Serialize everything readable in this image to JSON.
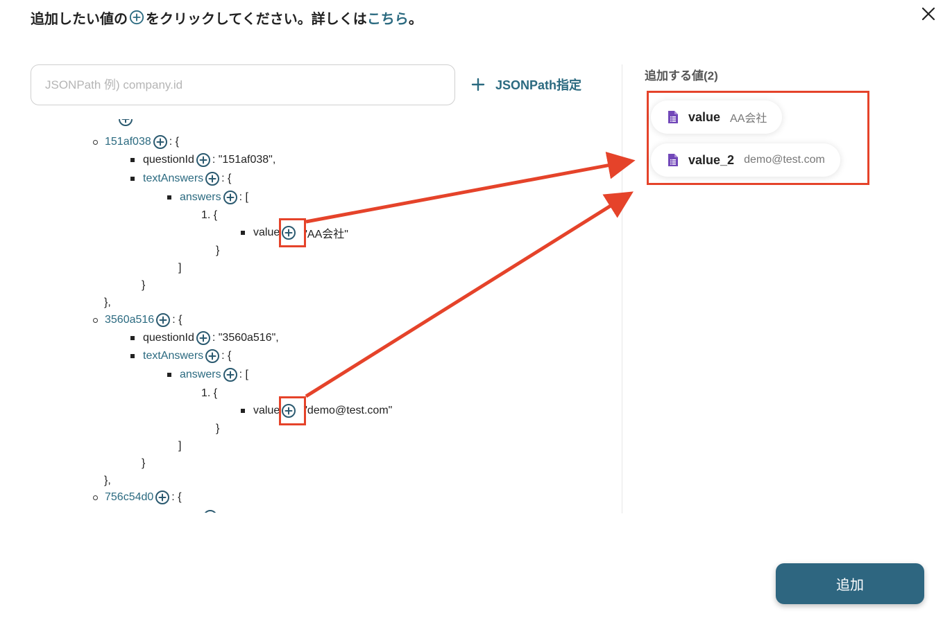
{
  "header": {
    "text_before": "追加したい値の",
    "text_middle": "をクリックしてください。詳しくは",
    "link": "こちら",
    "text_end": "。"
  },
  "search": {
    "placeholder": "JSONPath 例) company.id"
  },
  "jsonpath_button": {
    "label": "JSONPath指定"
  },
  "tree": {
    "item1": {
      "id": "151af038",
      "questionId_key": "questionId",
      "questionId_val": ": \"151af038\",",
      "textAnswers_key": "textAnswers",
      "answers_key": "answers",
      "list_index": "1. {",
      "value_key": "value",
      "value_val": "\"AA会社\""
    },
    "item2": {
      "id": "3560a516",
      "questionId_key": "questionId",
      "questionId_val": ": \"3560a516\",",
      "textAnswers_key": "textAnswers",
      "answers_key": "answers",
      "list_index": "1. {",
      "value_key": "value",
      "value_val": "\"demo@test.com\""
    },
    "item3": {
      "id": "756c54d0"
    },
    "open_brace": ": {",
    "open_bracket": ": [",
    "close_brace": "}",
    "close_bracket": "]",
    "close_brace_comma": "},"
  },
  "selected": {
    "title": "追加する値(2)",
    "items": [
      {
        "name": "value",
        "value": "AA会社"
      },
      {
        "name": "value_2",
        "value": "demo@test.com"
      }
    ]
  },
  "add_button": {
    "label": "追加"
  },
  "colors": {
    "accent": "#2b6a80",
    "button": "#2e6680",
    "highlight": "#e5432a",
    "doc_icon": "#7248b9"
  }
}
